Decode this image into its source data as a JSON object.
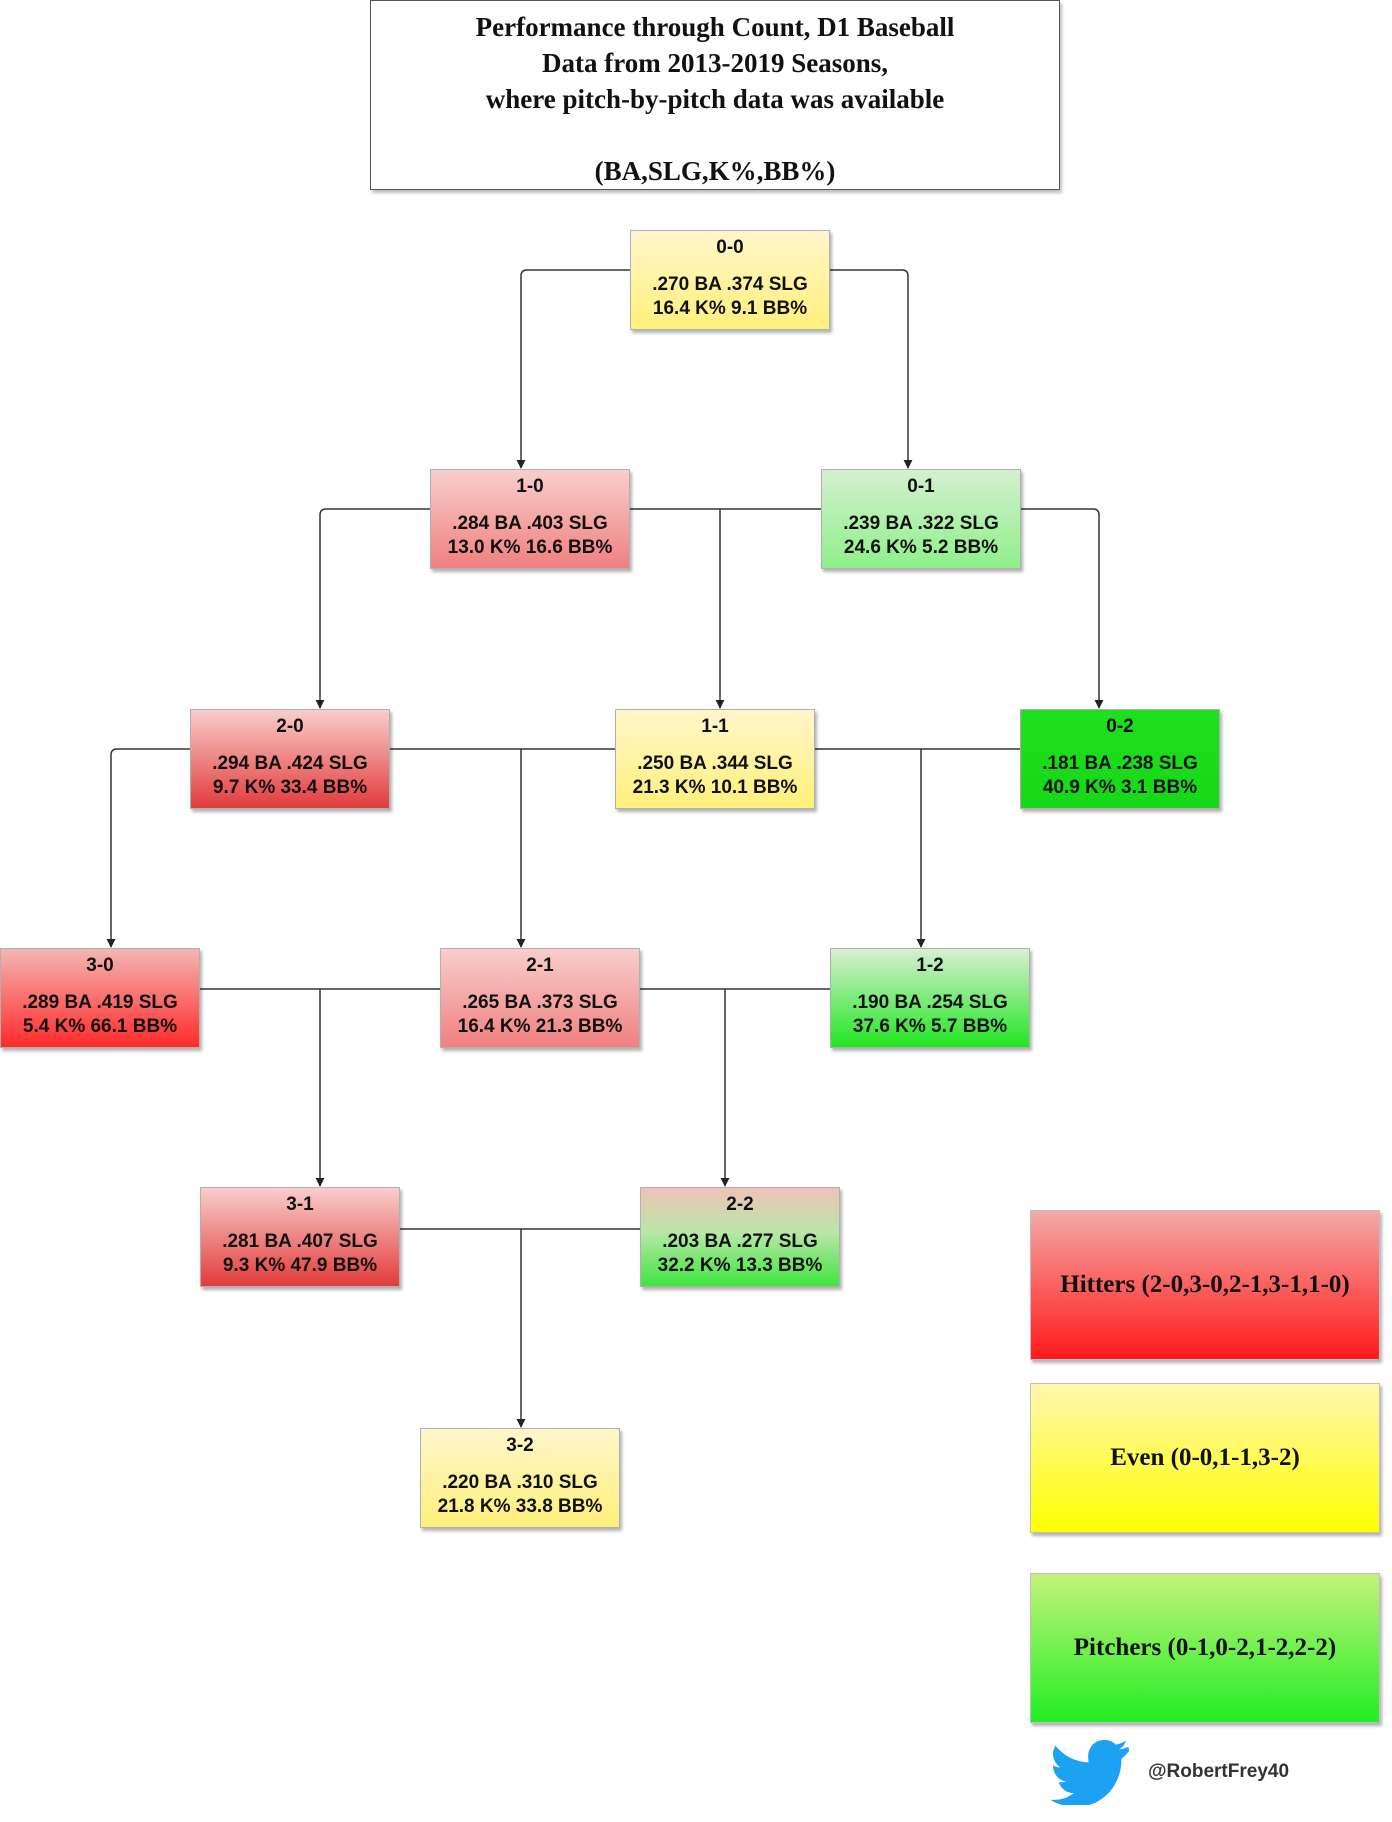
{
  "title": {
    "line1": "Performance through Count, D1 Baseball",
    "line2": "Data from 2013-2019 Seasons,",
    "line3": "where pitch-by-pitch data was available",
    "line4": "(BA,SLG,K%,BB%)"
  },
  "nodes": {
    "c00": {
      "count": "0-0",
      "line1": ".270 BA .374 SLG",
      "line2": "16.4 K% 9.1 BB%"
    },
    "c10": {
      "count": "1-0",
      "line1": ".284 BA .403 SLG",
      "line2": "13.0 K% 16.6 BB%"
    },
    "c01": {
      "count": "0-1",
      "line1": ".239 BA .322 SLG",
      "line2": "24.6 K% 5.2 BB%"
    },
    "c20": {
      "count": "2-0",
      "line1": ".294 BA .424 SLG",
      "line2": "9.7 K% 33.4 BB%"
    },
    "c11": {
      "count": "1-1",
      "line1": ".250 BA .344 SLG",
      "line2": "21.3 K% 10.1 BB%"
    },
    "c02": {
      "count": "0-2",
      "line1": ".181 BA .238 SLG",
      "line2": "40.9 K% 3.1 BB%"
    },
    "c30": {
      "count": "3-0",
      "line1": ".289 BA .419 SLG",
      "line2": "5.4 K% 66.1 BB%"
    },
    "c21": {
      "count": "2-1",
      "line1": ".265 BA .373 SLG",
      "line2": "16.4 K% 21.3 BB%"
    },
    "c12": {
      "count": "1-2",
      "line1": ".190 BA .254 SLG",
      "line2": "37.6 K% 5.7 BB%"
    },
    "c31": {
      "count": "3-1",
      "line1": ".281 BA .407 SLG",
      "line2": "9.3 K% 47.9 BB%"
    },
    "c22": {
      "count": "2-2",
      "line1": ".203 BA .277 SLG",
      "line2": "32.2 K% 13.3 BB%"
    },
    "c32": {
      "count": "3-2",
      "line1": ".220 BA .310 SLG",
      "line2": "21.8 K% 33.8 BB%"
    }
  },
  "legend": {
    "hitters": "Hitters (2-0,3-0,2-1,3-1,1-0)",
    "even": "Even (0-0,1-1,3-2)",
    "pitchers": "Pitchers (0-1,0-2,1-2,2-2)"
  },
  "colors": {
    "hitters": "#ff1a1a",
    "even": "#ffff00",
    "pitchers": "#22ee22",
    "twitter": "#1da1f2"
  },
  "credit": {
    "icon": "twitter-bird-icon",
    "handle": "@RobertFrey40"
  }
}
